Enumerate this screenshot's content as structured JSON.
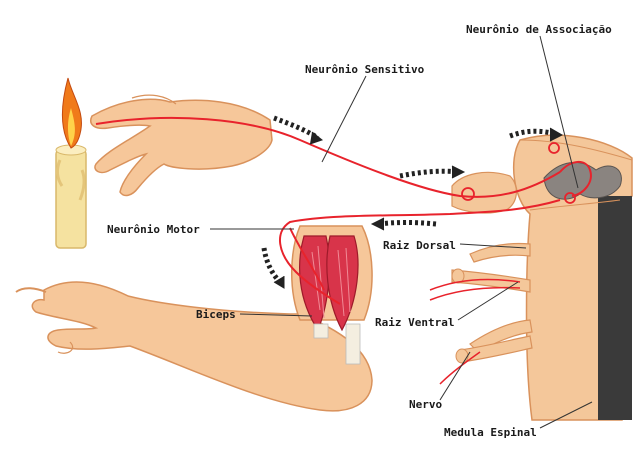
{
  "labels": {
    "associacao": "Neurônio de Associação",
    "sensitivo": "Neurônio Sensitivo",
    "motor": "Neurônio Motor",
    "raiz_dorsal": "Raiz Dorsal",
    "biceps": "Biceps",
    "raiz_ventral": "Raiz Ventral",
    "nervo": "Nervo",
    "medula": "Medula Espinal"
  },
  "colors": {
    "skin": "#f6c79a",
    "skin_dark": "#e2a06e",
    "nerve": "#e8232c",
    "muscle": "#d8344a",
    "gray_matter": "#8a8480",
    "leader": "#333333",
    "candle": "#f5e2a0",
    "flame": "#f07a1a"
  }
}
